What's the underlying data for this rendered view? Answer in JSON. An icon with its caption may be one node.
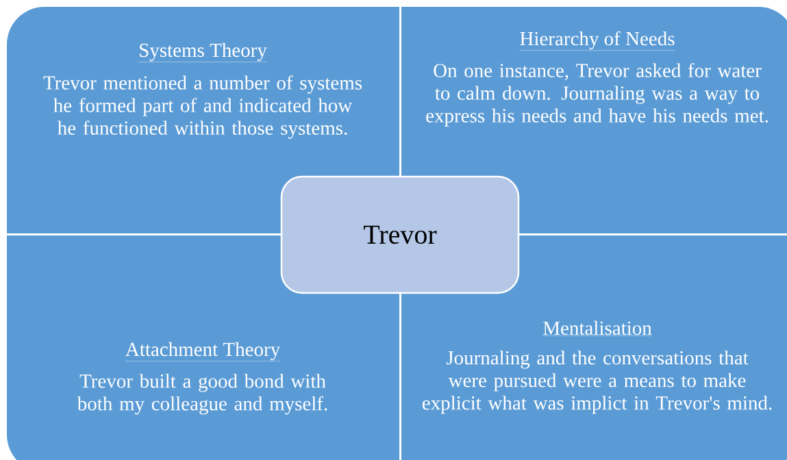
{
  "diagram": {
    "nodes": [
      {
        "text": [
          "Systems Theory",
          "Trevor mentioned a number of systems he formed part of and indicated how he functioned within those systems."
        ]
      },
      {
        "text": [
          "Hierarchy of Needs",
          "On one instance, Trevor asked for water to calm down. Journaling was a way to express his needs and have his needs met."
        ]
      },
      {
        "text": [
          "Trevor"
        ]
      },
      {
        "text": [
          "Attachment Theory",
          "Trevor built a good bond with both my colleague and myself."
        ]
      },
      {
        "text": [
          "Mentalisation",
          "Journaling and the conversations that were pursued were a means to make explicit what was implict in Trevor's mind."
        ]
      }
    ]
  }
}
